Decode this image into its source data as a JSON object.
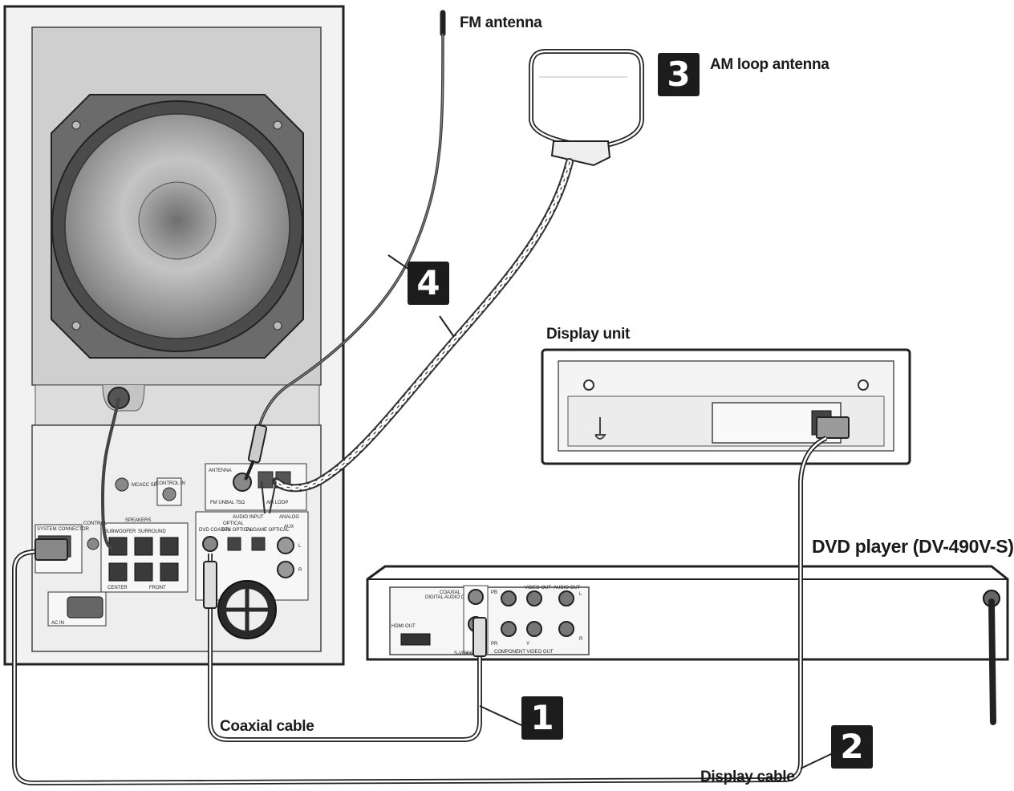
{
  "labels": {
    "fm_antenna": "FM antenna",
    "am_loop_antenna": "AM loop antenna",
    "display_unit": "Display unit",
    "dvd_player": "DVD player (DV-490V-S)",
    "coaxial_cable": "Coaxial cable",
    "display_cable": "Display cable"
  },
  "steps": [
    "1",
    "2",
    "3",
    "4"
  ],
  "subwoofer_panel": {
    "antenna": "ANTENNA",
    "am_loop": "AM LOOP",
    "fm_unbal": "FM UNBAL 75Ω",
    "audio_input": "AUDIO INPUT",
    "optical": "OPTICAL",
    "analog": "ANALOG",
    "aux": "AUX",
    "speakers": "SPEAKERS",
    "subwoofer": "SUBWOOFER",
    "surround": "SURROUND",
    "center": "CENTER",
    "front": "FRONT",
    "control": "CONTROL",
    "mcacc": "MCACC SETUP MIC",
    "control_in": "CONTROL IN",
    "system_connector": "SYSTEM CONNECTOR",
    "dvd_coaxial": "DVD COAXIAL",
    "dtv_optical": "DTV OPTICAL",
    "tv_game_optical": "TV/GAME OPTICAL",
    "ac_in": "AC IN",
    "r": "R",
    "l": "L"
  },
  "dvd_panel": {
    "coaxial": "COAXIAL",
    "digital_audio_out": "DIGITAL AUDIO OUT",
    "hdmi_out": "HDMI OUT",
    "video_out": "VIDEO OUT",
    "audio_out": "AUDIO OUT",
    "component_video_out": "COMPONENT VIDEO OUT",
    "s_video": "S-VIDEO",
    "pb": "PB",
    "pr": "PR",
    "y": "Y",
    "l": "L",
    "r": "R"
  }
}
